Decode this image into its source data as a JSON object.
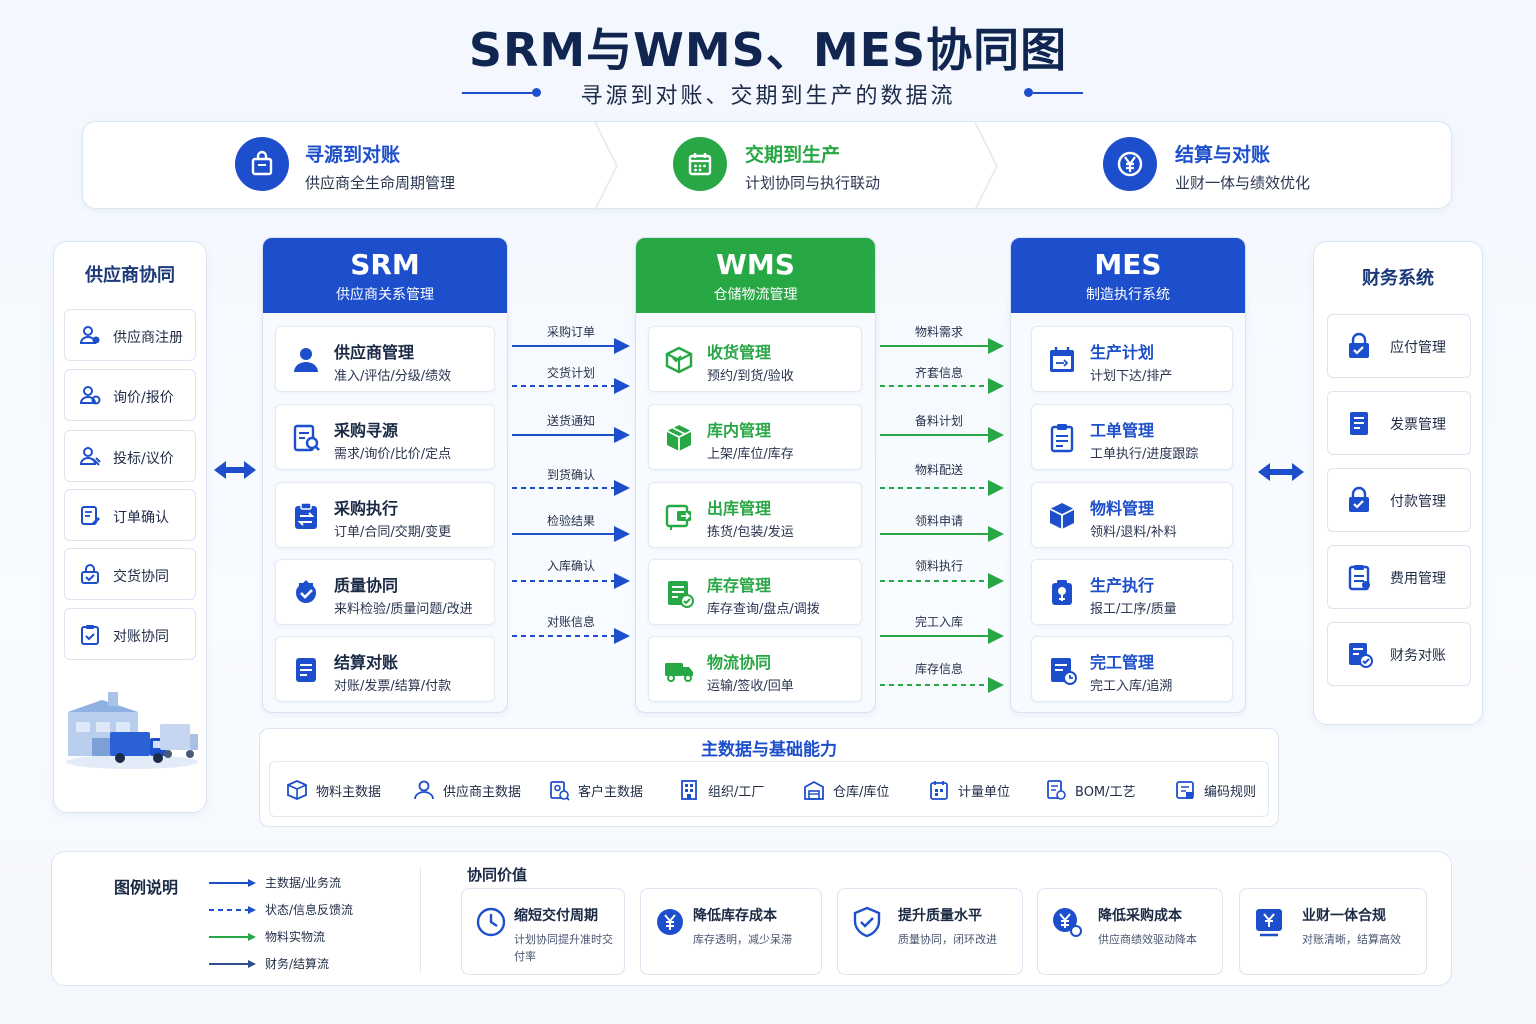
{
  "title": "SRM与WMS、MES协同图",
  "subtitle": "寻源到对账、交期到生产的数据流",
  "colors": {
    "blue": "#1d4fcc",
    "green": "#28a745",
    "navy": "#10254f"
  },
  "stages": [
    {
      "icon": "bag-icon",
      "title": "寻源到对账",
      "subtitle": "供应商全生命周期管理",
      "color": "#1d4fcc"
    },
    {
      "icon": "calendar-icon",
      "title": "交期到生产",
      "subtitle": "计划协同与执行联动",
      "color": "#28a745"
    },
    {
      "icon": "yen-icon",
      "title": "结算与对账",
      "subtitle": "业财一体与绩效优化",
      "color": "#1d4fcc"
    }
  ],
  "supplier": {
    "title": "供应商协同",
    "items": [
      {
        "icon": "user-register-icon",
        "label": "供应商注册"
      },
      {
        "icon": "user-quote-icon",
        "label": "询价/报价"
      },
      {
        "icon": "user-bid-icon",
        "label": "投标/议价"
      },
      {
        "icon": "clipboard-edit-icon",
        "label": "订单确认"
      },
      {
        "icon": "delivery-lock-icon",
        "label": "交货协同"
      },
      {
        "icon": "clipboard-check-icon",
        "label": "对账协同"
      }
    ]
  },
  "finance": {
    "title": "财务系统",
    "items": [
      {
        "icon": "payable-icon",
        "label": "应付管理"
      },
      {
        "icon": "invoice-icon",
        "label": "发票管理"
      },
      {
        "icon": "payment-icon",
        "label": "付款管理"
      },
      {
        "icon": "expense-icon",
        "label": "费用管理"
      },
      {
        "icon": "reconcile-icon",
        "label": "财务对账"
      }
    ]
  },
  "systems": {
    "srm": {
      "name": "SRM",
      "subtitle": "供应商关系管理",
      "modules": [
        {
          "icon": "supplier-icon",
          "title": "供应商管理",
          "desc": "准入/评估/分级/绩效"
        },
        {
          "icon": "sourcing-icon",
          "title": "采购寻源",
          "desc": "需求/询价/比价/定点"
        },
        {
          "icon": "execution-icon",
          "title": "采购执行",
          "desc": "订单/合同/交期/变更"
        },
        {
          "icon": "quality-icon",
          "title": "质量协同",
          "desc": "来料检验/质量问题/改进"
        },
        {
          "icon": "settlement-icon",
          "title": "结算对账",
          "desc": "对账/发票/结算/付款"
        }
      ]
    },
    "wms": {
      "name": "WMS",
      "subtitle": "仓储物流管理",
      "modules": [
        {
          "icon": "receiving-icon",
          "title": "收货管理",
          "desc": "预约/到货/验收"
        },
        {
          "icon": "inventory-icon",
          "title": "库内管理",
          "desc": "上架/库位/库存"
        },
        {
          "icon": "outbound-icon",
          "title": "出库管理",
          "desc": "拣货/包装/发运"
        },
        {
          "icon": "stock-icon",
          "title": "库存管理",
          "desc": "库存查询/盘点/调拨"
        },
        {
          "icon": "truck-icon",
          "title": "物流协同",
          "desc": "运输/签收/回单"
        }
      ]
    },
    "mes": {
      "name": "MES",
      "subtitle": "制造执行系统",
      "modules": [
        {
          "icon": "plan-icon",
          "title": "生产计划",
          "desc": "计划下达/排产"
        },
        {
          "icon": "workorder-icon",
          "title": "工单管理",
          "desc": "工单执行/进度跟踪"
        },
        {
          "icon": "material-icon",
          "title": "物料管理",
          "desc": "领料/退料/补料"
        },
        {
          "icon": "production-icon",
          "title": "生产执行",
          "desc": "报工/工序/质量"
        },
        {
          "icon": "completion-icon",
          "title": "完工管理",
          "desc": "完工入库/追溯"
        }
      ]
    }
  },
  "flows_srm_wms": [
    {
      "label": "采购订单",
      "style": "solid"
    },
    {
      "label": "交货计划",
      "style": "dashed"
    },
    {
      "label": "送货通知",
      "style": "solid"
    },
    {
      "label": "到货确认",
      "style": "dashed"
    },
    {
      "label": "检验结果",
      "style": "solid"
    },
    {
      "label": "入库确认",
      "style": "dashed"
    },
    {
      "label": "对账信息",
      "style": "dashed"
    }
  ],
  "flows_wms_mes": [
    {
      "label": "物料需求",
      "style": "solid"
    },
    {
      "label": "齐套信息",
      "style": "dashed"
    },
    {
      "label": "备料计划",
      "style": "solid"
    },
    {
      "label": "物料配送",
      "style": "dashed"
    },
    {
      "label": "领料申请",
      "style": "solid"
    },
    {
      "label": "领料执行",
      "style": "dashed"
    },
    {
      "label": "完工入库",
      "style": "solid"
    },
    {
      "label": "库存信息",
      "style": "dashed"
    }
  ],
  "master_data": {
    "title": "主数据与基础能力",
    "items": [
      {
        "icon": "box-icon",
        "label": "物料主数据"
      },
      {
        "icon": "person-icon",
        "label": "供应商主数据"
      },
      {
        "icon": "customer-icon",
        "label": "客户主数据"
      },
      {
        "icon": "building-icon",
        "label": "组织/工厂"
      },
      {
        "icon": "warehouse-icon",
        "label": "仓库/库位"
      },
      {
        "icon": "unit-icon",
        "label": "计量单位"
      },
      {
        "icon": "bom-icon",
        "label": "BOM/工艺"
      },
      {
        "icon": "code-icon",
        "label": "编码规则"
      }
    ]
  },
  "legend": {
    "title": "图例说明",
    "items": [
      {
        "style": "solid",
        "color": "#1d4fcc",
        "label": "主数据/业务流"
      },
      {
        "style": "dashed",
        "color": "#1d4fcc",
        "label": "状态/信息反馈流"
      },
      {
        "style": "solid",
        "color": "#28a745",
        "label": "物料实物流"
      },
      {
        "style": "solid",
        "color": "#2d4f8f",
        "label": "财务/结算流"
      }
    ]
  },
  "values": {
    "title": "协同价值",
    "items": [
      {
        "icon": "clock-icon",
        "title": "缩短交付周期",
        "desc": "计划协同提升准时交付率"
      },
      {
        "icon": "cost-icon",
        "title": "降低库存成本",
        "desc": "库存透明，减少呆滞"
      },
      {
        "icon": "shield-icon",
        "title": "提升质量水平",
        "desc": "质量协同，闭环改进"
      },
      {
        "icon": "purchase-cost-icon",
        "title": "降低采购成本",
        "desc": "供应商绩效驱动降本"
      },
      {
        "icon": "compliance-icon",
        "title": "业财一体合规",
        "desc": "对账清晰，结算高效"
      }
    ]
  }
}
